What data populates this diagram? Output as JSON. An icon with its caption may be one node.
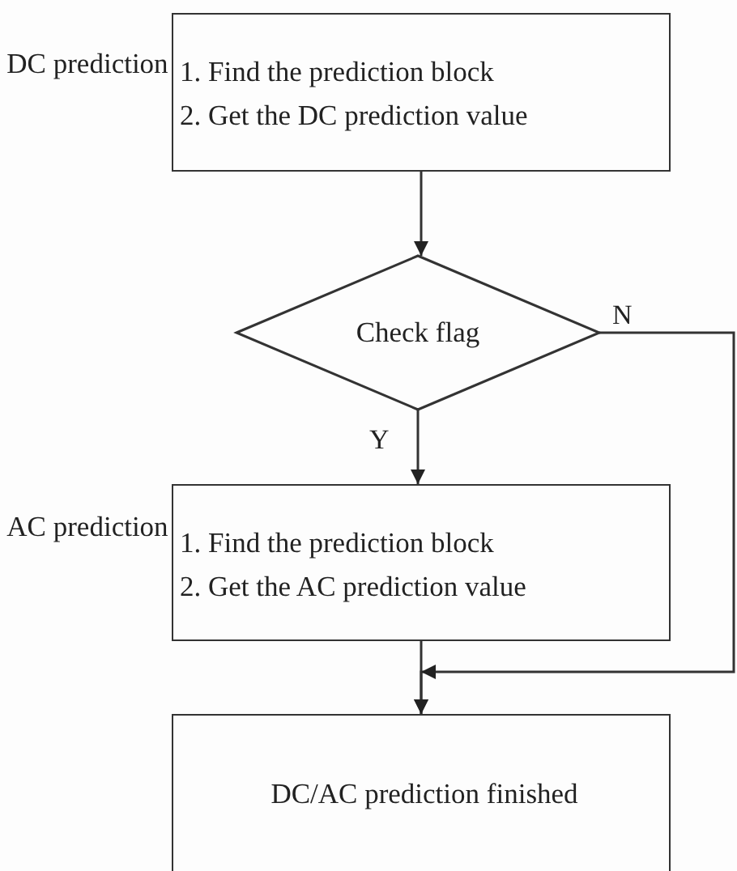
{
  "diagram": {
    "nodes": [
      {
        "text": [
          "1. Find the prediction block",
          "2. Get the DC prediction value"
        ],
        "beside": [
          "DC prediction"
        ]
      },
      {
        "text": [
          "Check flag"
        ]
      },
      {
        "text": [
          "1. Find the prediction block",
          "2. Get the AC prediction value"
        ],
        "beside": [
          "AC prediction"
        ]
      },
      {
        "text": [
          "DC/AC prediction finished"
        ]
      }
    ],
    "edges": [
      {
        "from": 0,
        "to": 1,
        "arrow": "to"
      },
      {
        "from": 1,
        "to": 2,
        "arrow": "to",
        "label": "Y"
      },
      {
        "from": 2,
        "to": 3,
        "arrow": "to"
      },
      {
        "from": 1,
        "to": 3,
        "arrow": "to",
        "label": "N"
      }
    ]
  }
}
